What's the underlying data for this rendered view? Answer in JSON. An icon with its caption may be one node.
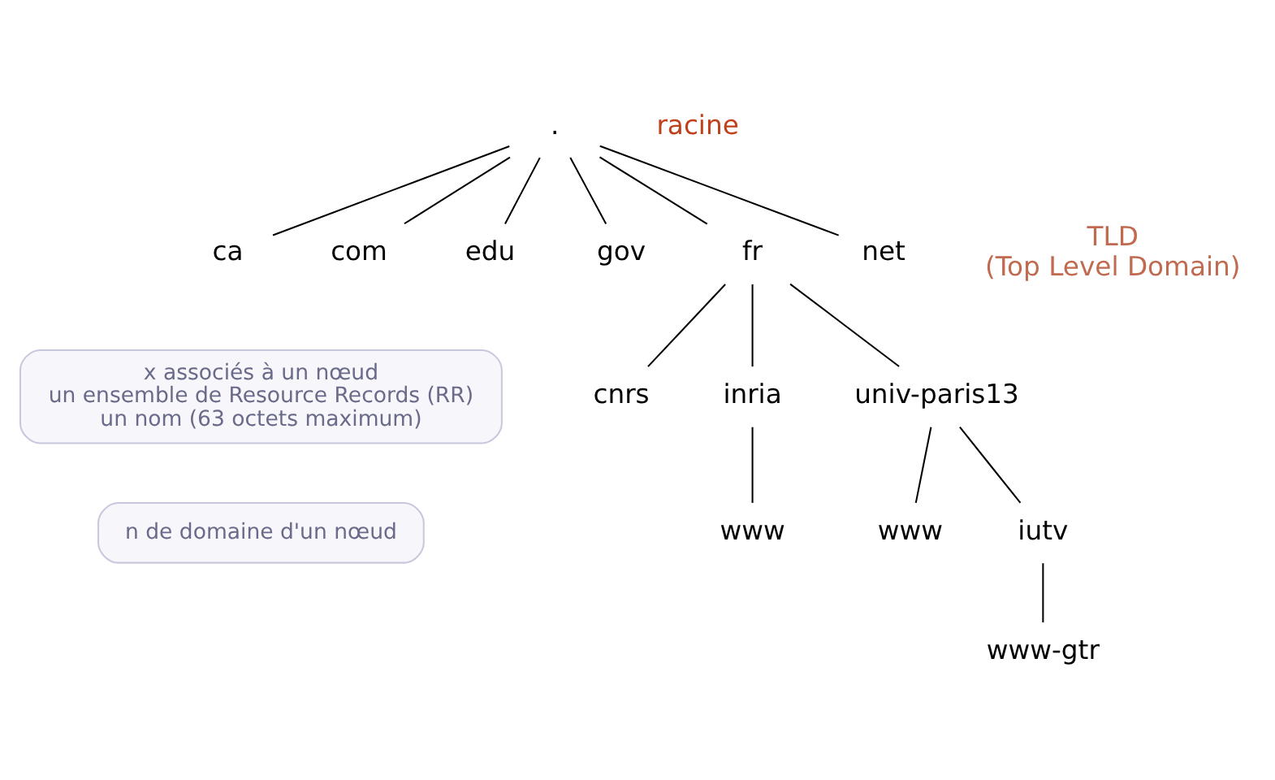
{
  "diagram": {
    "nodes": [
      {
        "text": [
          "."
        ]
      },
      {
        "text": [
          "ca"
        ]
      },
      {
        "text": [
          "com"
        ]
      },
      {
        "text": [
          "edu"
        ]
      },
      {
        "text": [
          "gov"
        ]
      },
      {
        "text": [
          "fr"
        ]
      },
      {
        "text": [
          "net"
        ]
      },
      {
        "text": [
          "cnrs"
        ]
      },
      {
        "text": [
          "inria"
        ]
      },
      {
        "text": [
          "univ-paris13"
        ]
      },
      {
        "text": [
          "www"
        ]
      },
      {
        "text": [
          "www"
        ]
      },
      {
        "text": [
          "iutv"
        ]
      },
      {
        "text": [
          "www-gtr"
        ]
      },
      {
        "text": [
          "x associés à un nœud",
          "un ensemble de Resource Records (RR)",
          "un nom (63 octets maximum)"
        ]
      },
      {
        "text": [
          "n de domaine d'un nœud"
        ]
      }
    ],
    "edges": [
      {
        "from": 0,
        "to": 1,
        "arrow": "none"
      },
      {
        "from": 0,
        "to": 2,
        "arrow": "none"
      },
      {
        "from": 0,
        "to": 3,
        "arrow": "none"
      },
      {
        "from": 0,
        "to": 4,
        "arrow": "none"
      },
      {
        "from": 0,
        "to": 5,
        "arrow": "none"
      },
      {
        "from": 0,
        "to": 6,
        "arrow": "none"
      },
      {
        "from": 5,
        "to": 7,
        "arrow": "none"
      },
      {
        "from": 5,
        "to": 8,
        "arrow": "none"
      },
      {
        "from": 5,
        "to": 9,
        "arrow": "none"
      },
      {
        "from": 8,
        "to": 10,
        "arrow": "none"
      },
      {
        "from": 9,
        "to": 11,
        "arrow": "none"
      },
      {
        "from": 9,
        "to": 12,
        "arrow": "none"
      },
      {
        "from": 12,
        "to": 13,
        "arrow": "none"
      }
    ],
    "labels": [
      "racine",
      "TLD (Top Level Domain)"
    ]
  }
}
